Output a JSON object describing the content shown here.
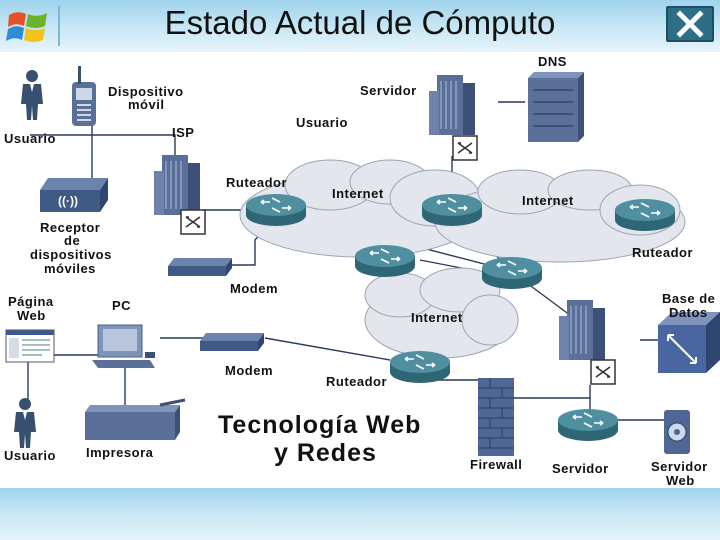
{
  "window": {
    "title": "Estado Actual de Cómputo"
  },
  "diagram": {
    "labels": {
      "dns": "DNS",
      "dispositivo_movil": "Dispositivo",
      "dispositivo_movil_2": "móvil",
      "servidor_top": "Servidor",
      "usuario_top_left": "Usuario",
      "isp": "ISP",
      "usuario_mid": "Usuario",
      "ruteador_top": "Ruteador",
      "internet_1": "Internet",
      "internet_2": "Internet",
      "receptor_1": "Receptor",
      "receptor_2": "de",
      "receptor_3": "dispositivos",
      "receptor_4": "móviles",
      "ruteador_right": "Ruteador",
      "modem_top": "Modem",
      "pagina_web_1": "Página",
      "pagina_web_2": "Web",
      "pc": "PC",
      "base_datos_1": "Base de",
      "base_datos_2": "Datos",
      "internet_3": "Internet",
      "modem_bottom": "Modem",
      "ruteador_bottom": "Ruteador",
      "tecnologia_1": "Tecnología Web",
      "tecnologia_2": "y Redes",
      "usuario_bottom": "Usuario",
      "impresora": "Impresora",
      "firewall": "Firewall",
      "servidor_bottom": "Servidor",
      "servidor_web_1": "Servidor",
      "servidor_web_2": "Web"
    }
  },
  "colors": {
    "network_blue": "#4a6690",
    "router_teal": "#3d7b8c",
    "cloud": "#e3e6ec",
    "close_button": "#2b6e86"
  }
}
